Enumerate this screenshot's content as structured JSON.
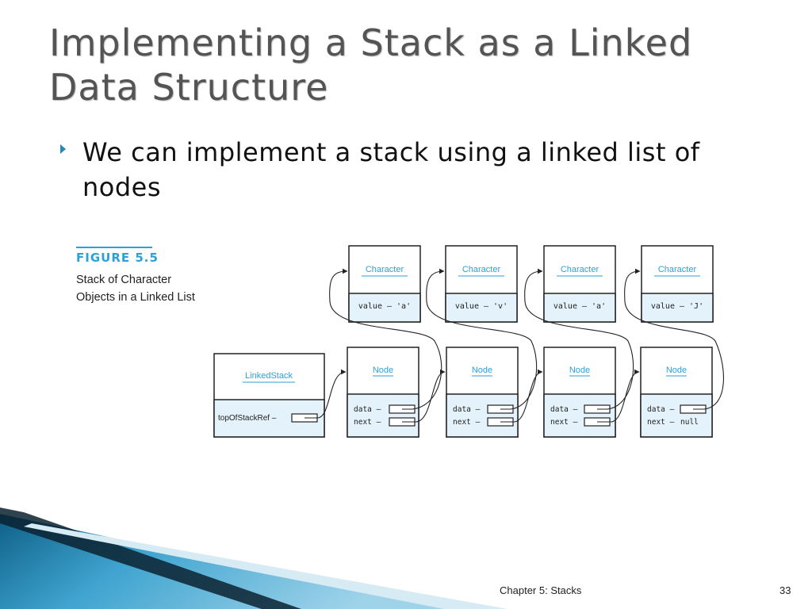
{
  "slide": {
    "title_line1": "Implementing a Stack as a Linked",
    "title_line2": "Data Structure",
    "bullet": "We can implement a stack using a linked list of nodes"
  },
  "figure": {
    "label": "FIGURE 5.5",
    "caption_line1": "Stack of Character",
    "caption_line2": "Objects in a Linked List",
    "linked_stack": {
      "class_name": "LinkedStack",
      "field": "topOfStackRef –"
    },
    "characters": [
      {
        "class_name": "Character",
        "value": "value – 'a'"
      },
      {
        "class_name": "Character",
        "value": "value – 'v'"
      },
      {
        "class_name": "Character",
        "value": "value – 'a'"
      },
      {
        "class_name": "Character",
        "value": "value – 'J'"
      }
    ],
    "nodes": [
      {
        "class_name": "Node",
        "data": "data –",
        "next": "next –",
        "next_value": ""
      },
      {
        "class_name": "Node",
        "data": "data –",
        "next": "next –",
        "next_value": ""
      },
      {
        "class_name": "Node",
        "data": "data –",
        "next": "next –",
        "next_value": ""
      },
      {
        "class_name": "Node",
        "data": "data –",
        "next": "next –",
        "next_value": "null"
      }
    ],
    "colors": {
      "box_header": "#ffffff",
      "box_body": "#e4f2fb",
      "class_name": "#2aa2d8",
      "border": "#222222"
    }
  },
  "footer": {
    "chapter": "Chapter 5: Stacks",
    "page": "33"
  }
}
